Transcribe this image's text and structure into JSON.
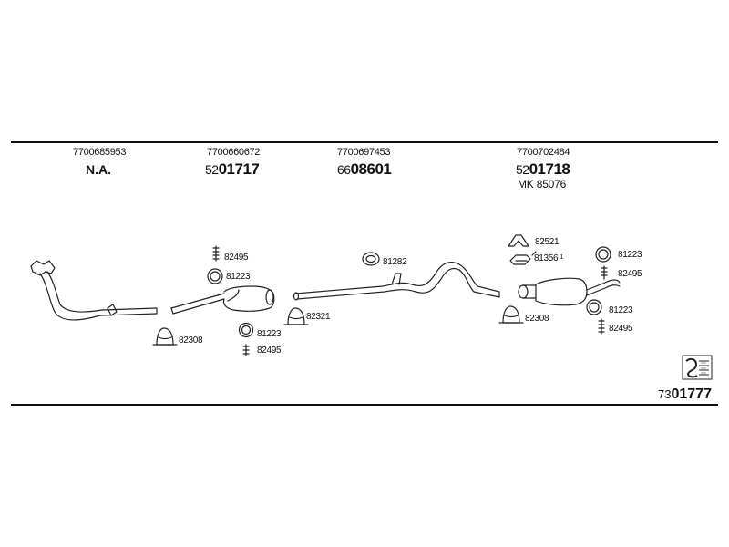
{
  "columns": [
    {
      "oem": "7700685953",
      "main": "N.A."
    },
    {
      "oem": "7700660672",
      "prefix": "52",
      "main": "01717"
    },
    {
      "oem": "7700697453",
      "prefix": "66",
      "main": "08601"
    },
    {
      "oem": "7700702484",
      "prefix": "52",
      "main": "01718",
      "extra": "MK  85076"
    }
  ],
  "labels": {
    "l82495a": "82495",
    "l81223a": "81223",
    "l82308a": "82308",
    "l81223b": "81223",
    "l82495b": "82495",
    "l82321": "82321",
    "l81282": "81282",
    "l82521": "82521",
    "l81356": "81356",
    "l81356sup": "1",
    "l82308b": "82308",
    "l81223c": "81223",
    "l82495c": "82495",
    "l81223d": "81223",
    "l82495d": "82495"
  },
  "footer": {
    "prefix": "73",
    "main": "01777"
  }
}
